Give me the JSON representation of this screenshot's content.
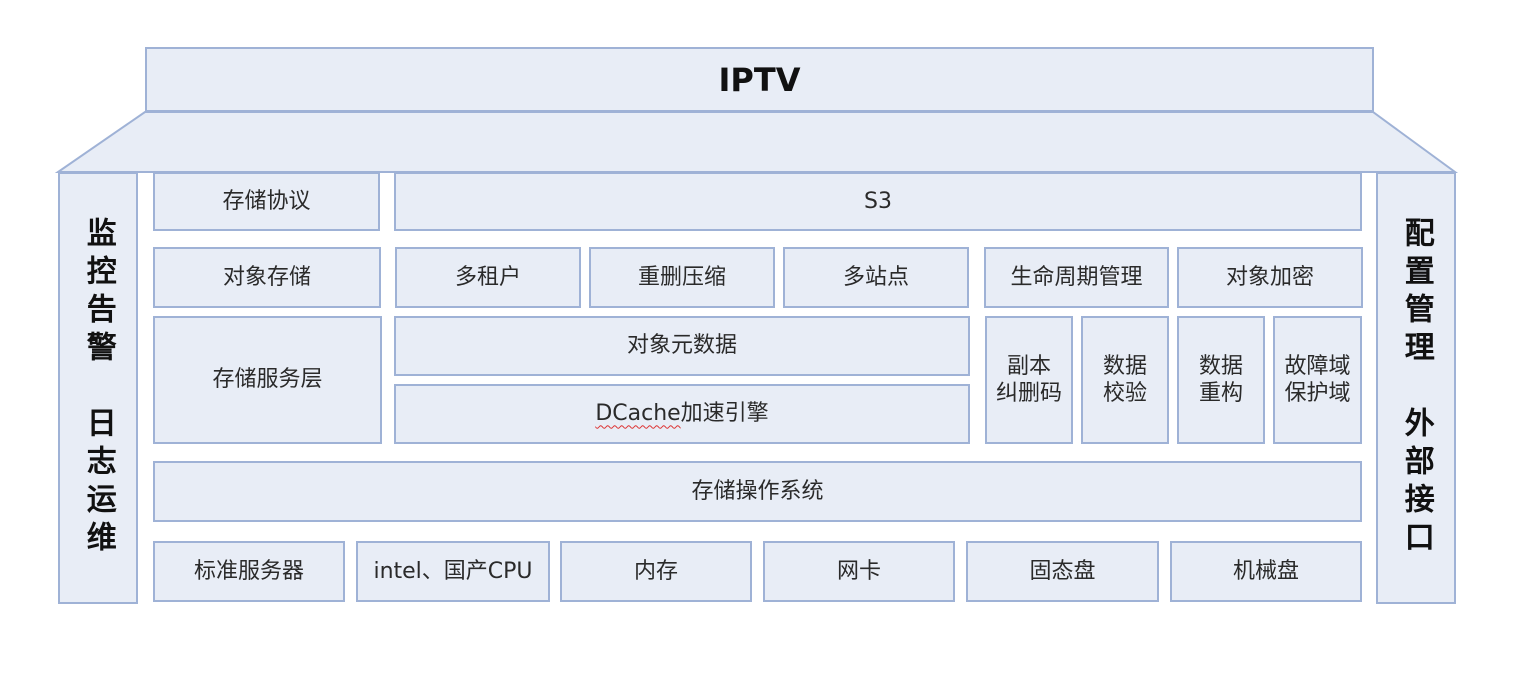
{
  "top": {
    "title": "IPTV"
  },
  "left_side": {
    "line1": "监控告警",
    "line2": "日志运维"
  },
  "right_side": {
    "line1": "配置管理",
    "line2": "外部接口"
  },
  "rows": {
    "protocol": {
      "label": "存储协议",
      "value": "S3"
    },
    "object_storage": {
      "label": "对象存储",
      "items": [
        "多租户",
        "重删压缩",
        "多站点",
        "生命周期管理",
        "对象加密"
      ]
    },
    "service_layer": {
      "label": "存储服务层",
      "metadata": "对象元数据",
      "dcache_prefix": "DCache",
      "dcache_suffix": "加速引擎",
      "features": [
        {
          "l1": "副本",
          "l2": "纠删码"
        },
        {
          "l1": "数据",
          "l2": "校验"
        },
        {
          "l1": "数据",
          "l2": "重构"
        },
        {
          "l1": "故障域",
          "l2": "保护域"
        }
      ]
    },
    "os": {
      "label": "存储操作系统"
    },
    "hardware": {
      "items": [
        "标准服务器",
        "intel、国产CPU",
        "内存",
        "网卡",
        "固态盘",
        "机械盘"
      ]
    }
  },
  "colors": {
    "fill": "#e8edf6",
    "border": "#9fb2d6"
  }
}
